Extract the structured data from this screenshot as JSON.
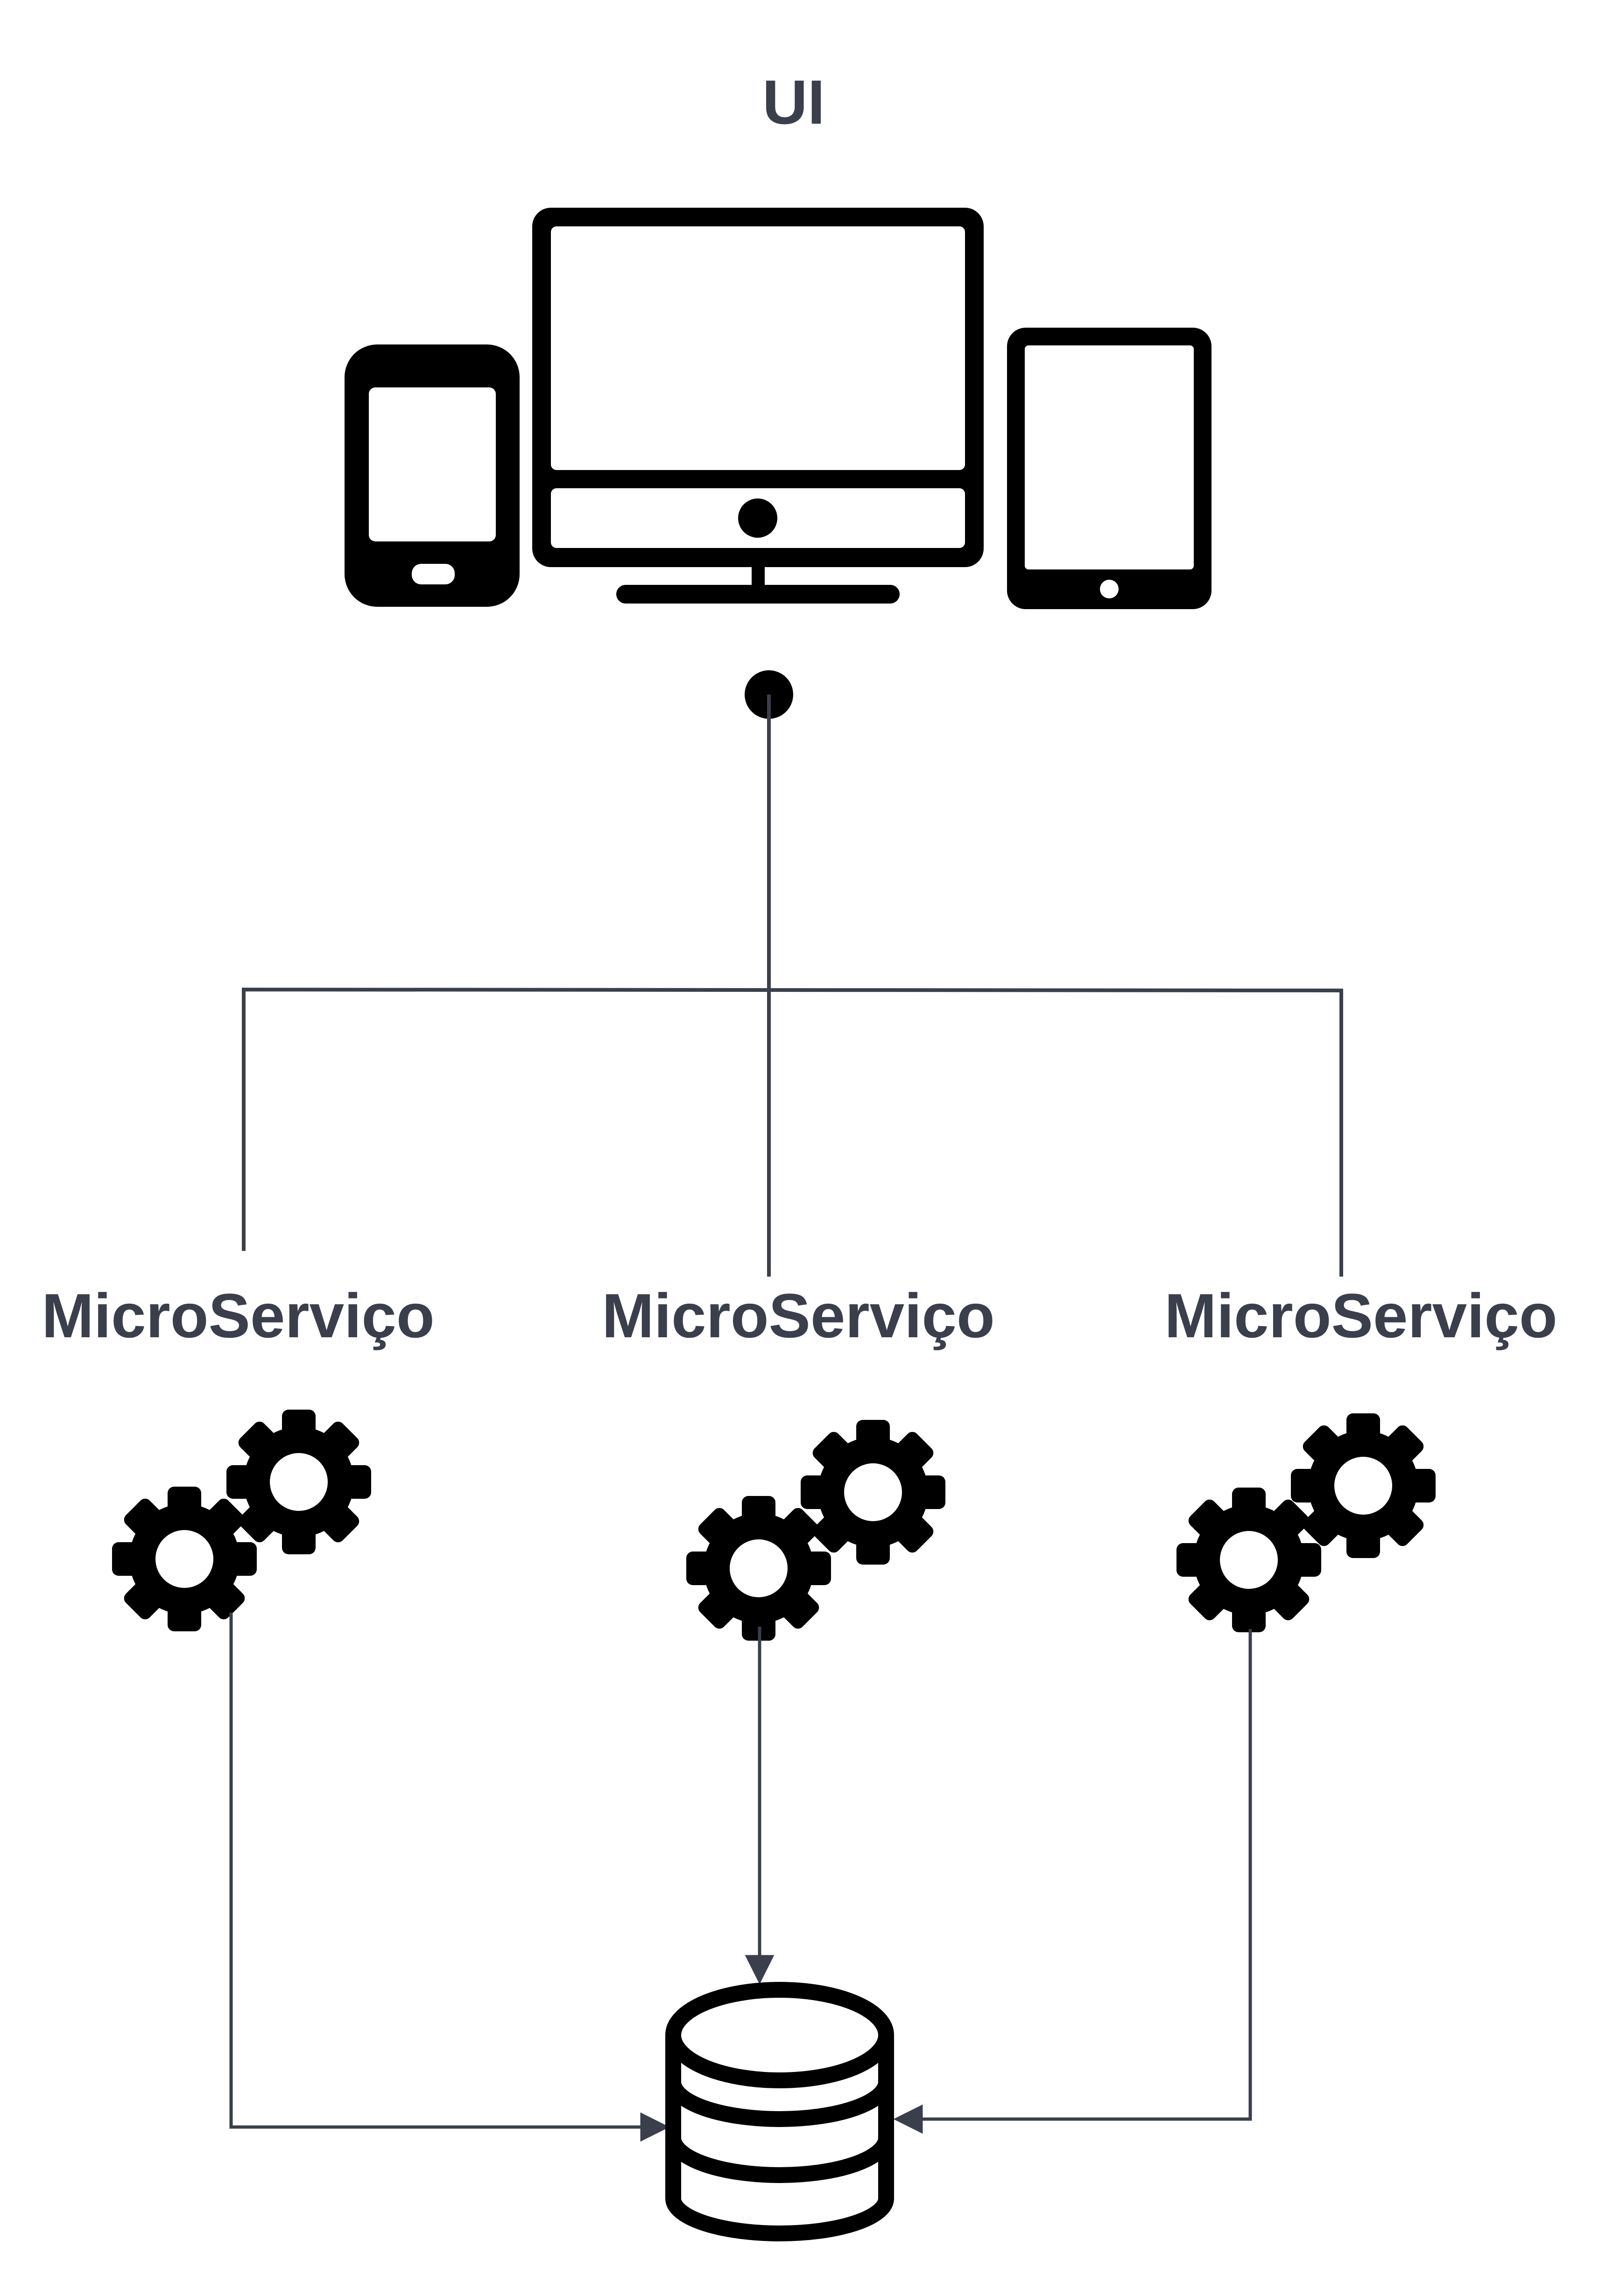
{
  "diagram": {
    "ui_label": "UI",
    "services": [
      {
        "label": "MicroServiço",
        "icon": "gears-icon"
      },
      {
        "label": "MicroServiço",
        "icon": "gears-icon"
      },
      {
        "label": "MicroServiço",
        "icon": "gears-icon"
      }
    ],
    "client_icons": [
      "smartphone-icon",
      "desktop-monitor-icon",
      "tablet-icon"
    ],
    "datastore_icon": "database-icon",
    "colors": {
      "line": "#3a3f4b",
      "icon": "#000000",
      "text": "#3a3f4b"
    }
  }
}
